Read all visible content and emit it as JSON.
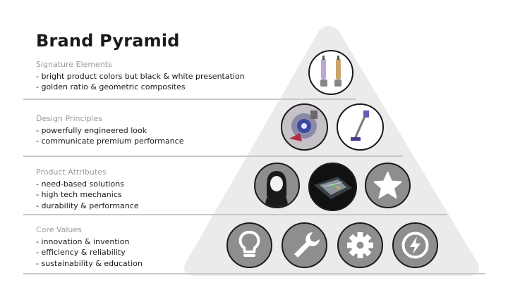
{
  "slide": {
    "title": "Brand Pyramid",
    "tiers": [
      {
        "heading": "Signature Elements",
        "items": [
          "bright product colors but black & white presentation",
          "golden ratio & geometric composites"
        ]
      },
      {
        "heading": "Design Principles",
        "items": [
          "powerfully engineered look",
          "communicate premium performance"
        ]
      },
      {
        "heading": "Product Attributes",
        "items": [
          "need-based solutions",
          "high tech mechanics",
          "durability & performance"
        ]
      },
      {
        "heading": "Core Values",
        "items": [
          "innovation & invention",
          "efficiency & reliability",
          "sustainability & education"
        ]
      }
    ],
    "icons": {
      "signature": [
        "upright-vacuums-photo"
      ],
      "design": [
        "vacuum-motor-photo",
        "stick-vacuum-photo"
      ],
      "attributes": [
        "engineer-portrait-icon",
        "circuit-board-photo",
        "star-icon"
      ],
      "core": [
        "lightbulb-icon",
        "wrench-icon",
        "gear-icon",
        "lightning-bolt-icon"
      ]
    },
    "colors": {
      "pyramid": "#ebebeb",
      "circle_fill": "#8e8e8e",
      "heading": "#9a9a9a",
      "text": "#1a1a1a",
      "divider": "#c8c8c8"
    }
  }
}
